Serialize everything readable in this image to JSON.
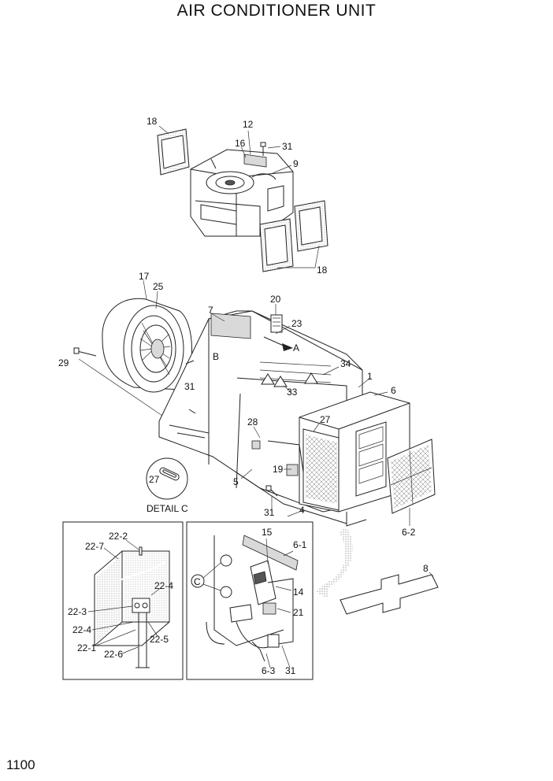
{
  "title": "AIR CONDITIONER UNIT",
  "page_number": "1100",
  "detail_label": "DETAIL C",
  "callout_letter": "C",
  "view_letters": {
    "a": "A",
    "b": "B"
  },
  "part_labels": {
    "p18a": "18",
    "p12": "12",
    "p16": "16",
    "p31a": "31",
    "p9": "9",
    "p18b": "18",
    "p17": "17",
    "p25": "25",
    "p7": "7",
    "p20": "20",
    "p23": "23",
    "p29": "29",
    "p34": "34",
    "p1": "1",
    "p31b": "31",
    "p33": "33",
    "p6": "6",
    "p27a": "27",
    "p28": "28",
    "p19": "19",
    "p5": "5",
    "p27b": "27",
    "p31c": "31",
    "p4": "4",
    "p6_2": "6-2",
    "p8": "8",
    "p22_2": "22-2",
    "p22_7": "22-7",
    "p22_4a": "22-4",
    "p22_3": "22-3",
    "p22_4b": "22-4",
    "p22_5": "22-5",
    "p22_1": "22-1",
    "p22_6": "22-6",
    "p15": "15",
    "p6_1": "6-1",
    "p14": "14",
    "p21": "21",
    "p6_3": "6-3",
    "p31d": "31"
  }
}
